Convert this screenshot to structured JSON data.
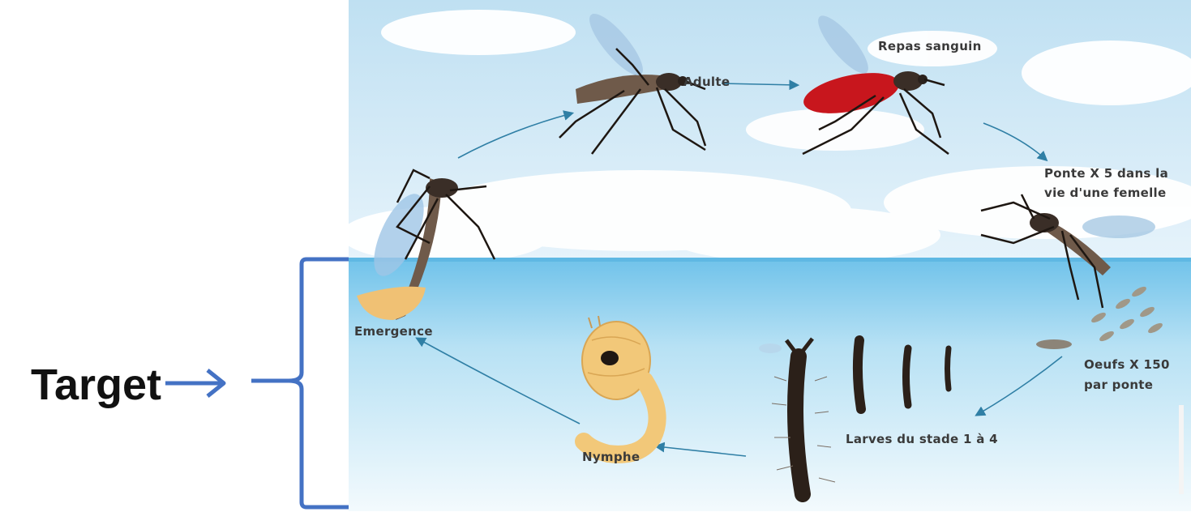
{
  "target": {
    "label": "Target"
  },
  "diagram": {
    "labels": {
      "adulte": "Adulte",
      "repas": "Repas sanguin",
      "ponte_line1": "Ponte X 5 dans la",
      "ponte_line2": "vie d'une femelle",
      "oeufs_line1": "Oeufs X 150",
      "oeufs_line2": "par ponte",
      "larves": "Larves du stade 1 à 4",
      "nymphe": "Nymphe",
      "emergence": "Emergence"
    }
  },
  "colors": {
    "sky_top": "#bfe0f2",
    "sky_bottom": "#e6f3fb",
    "water_top": "#7cc8ec",
    "water_bottom": "#e9f5fb",
    "annotation_blue": "#4472c4",
    "blood_red": "#c8161d",
    "pupa_orange": "#f2c879"
  }
}
